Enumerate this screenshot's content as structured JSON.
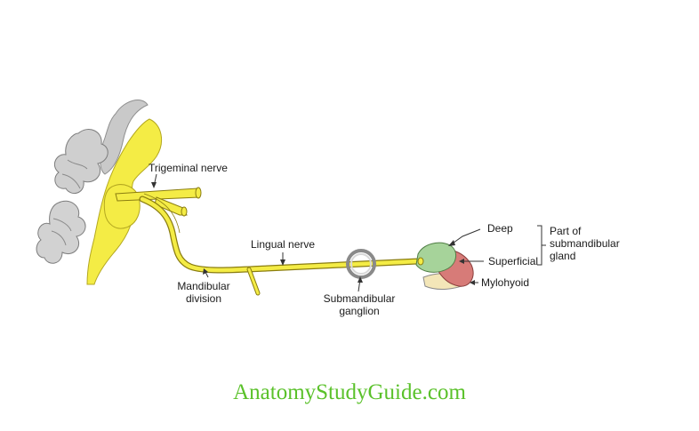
{
  "labels": {
    "trigeminal_nerve": "Trigeminal nerve",
    "lingual_nerve": "Lingual nerve",
    "mandibular_division_line1": "Mandibular",
    "mandibular_division_line2": "division",
    "submandibular_ganglion_line1": "Submandibular",
    "submandibular_ganglion_line2": "ganglion",
    "deep": "Deep",
    "superficial": "Superficial",
    "mylohyoid": "Mylohyoid",
    "part_of_line1": "Part of",
    "part_of_line2": "submandibular",
    "part_of_line3": "gland"
  },
  "watermark": {
    "text": "AnatomyStudyGuide.com",
    "color": "#5ac12a"
  },
  "colors": {
    "nerve_yellow": "#f4ec45",
    "nerve_outline": "#8a7d10",
    "brain_gray": "#c9c9c9",
    "gland_deep_green": "#a6d39a",
    "gland_superficial_red": "#d77b78",
    "mylohyoid_cream": "#f3e6b8"
  }
}
